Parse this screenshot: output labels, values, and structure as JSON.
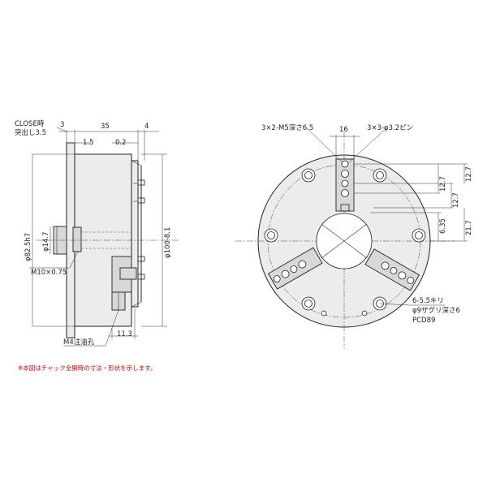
{
  "side_view": {
    "close_label_1": "CLOSE時",
    "close_label_2": "突出し3.5",
    "dim_3": "3",
    "dim_35": "35",
    "dim_4": "4",
    "dim_1_5": "1.5",
    "dim_0_2": "0.2",
    "dia_82_5": "φ82.5h7",
    "dia_14_7": "φ14.7",
    "dia_100": "φ100-8.1",
    "thread": "M10×0.75",
    "oil_hole": "M4注油孔",
    "dim_11_3": "11.3"
  },
  "front_view": {
    "tap_label": "3×2-M5深さ6.5",
    "dim_16": "16",
    "pin_label": "3×3-φ3.2ピン",
    "dim_12_7_a": "12.7",
    "dim_12_7_b": "12.7",
    "dim_12_7_c": "12.7",
    "dim_21_7": "21.7",
    "dim_6_35": "6.35",
    "bolt_holes_1": "6-5.5キリ",
    "bolt_holes_2": "φ9ザグリ深さ6",
    "pcd": "PCD89"
  },
  "note": "※本図はチャック全開時の寸法・形状を示します。"
}
